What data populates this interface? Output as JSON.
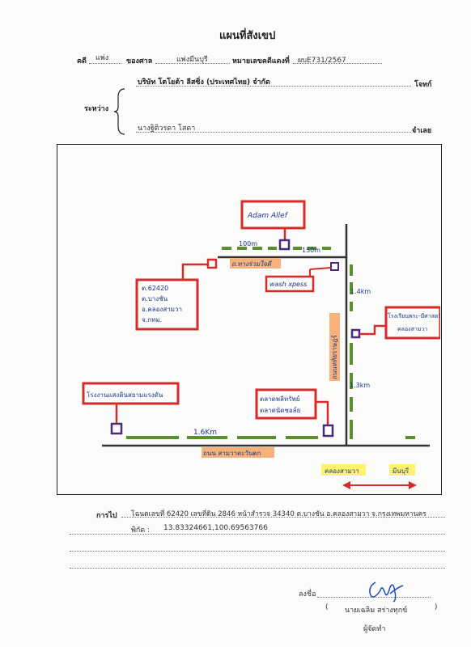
{
  "header": {
    "title": "แผนที่สังเขป"
  },
  "case": {
    "case_label": "คดี",
    "case_type": "แพ่ง",
    "court_label": "ของศาล",
    "court": "แพ่งมีนบุรี",
    "number_label": "หมายเลขคดีแดงที่",
    "number": "ผบE731/2567"
  },
  "parties": {
    "between_label": "ระหว่าง",
    "plaintiff": "บริษัท โตโยต้า ลีสซิ่ง (ประเทศไทย) จำกัด",
    "plaintiff_role": "โจทก์",
    "defendant": "นางฐิติวรดา โสดา",
    "defendant_role": "จำเลย"
  },
  "map": {
    "road_top_label": "ถ.ทางร่วมใจดี",
    "road_right_label": "ถนนหทัยราษฎร์",
    "road_bottom_label": "ถนน สามวาตะวันตก",
    "dist_100m": "100m",
    "dist_150m": "150m",
    "dist_1_4km": "1.4km",
    "dist_1_3km": "1.3km",
    "dist_1_6km": "1.6Km",
    "box_adam": "Adam Allef",
    "box_wash": "wash xpess",
    "box_address": [
      "ต.62420",
      "ต.บางชัน",
      "อ.คลองสามวา",
      "จ.กทม."
    ],
    "box_school": [
      "โรงเรียนพระ-มีศาสตร์",
      "คลองสามวา"
    ],
    "box_water": "โรงงานแสงดินสยามแรงดัน",
    "box_market": [
      "ตลาดพลิทรัพย์",
      "ตลาดนัดชอล์ย"
    ],
    "legend_left": "คลองสามวา",
    "legend_right": "มีนบุรี"
  },
  "footer": {
    "route_label": "การไป",
    "route_text": "โฉนดเลขที่ 62420 เลขที่ดิน 2846 หน้าสำรวจ 34340 ต.บางชัน  อ.คลองสามวา  จ.กรุงเทพมหานคร",
    "coord_label": "พิกัด :",
    "coord_value": "13.83324661,100.69563766",
    "sign_label": "ลงชื่อ",
    "open_paren": "(",
    "close_paren": ")",
    "signer_name": "นายเฉลิม  สร่างทุกข์",
    "signer_role": "ผู้จัดทำ"
  }
}
